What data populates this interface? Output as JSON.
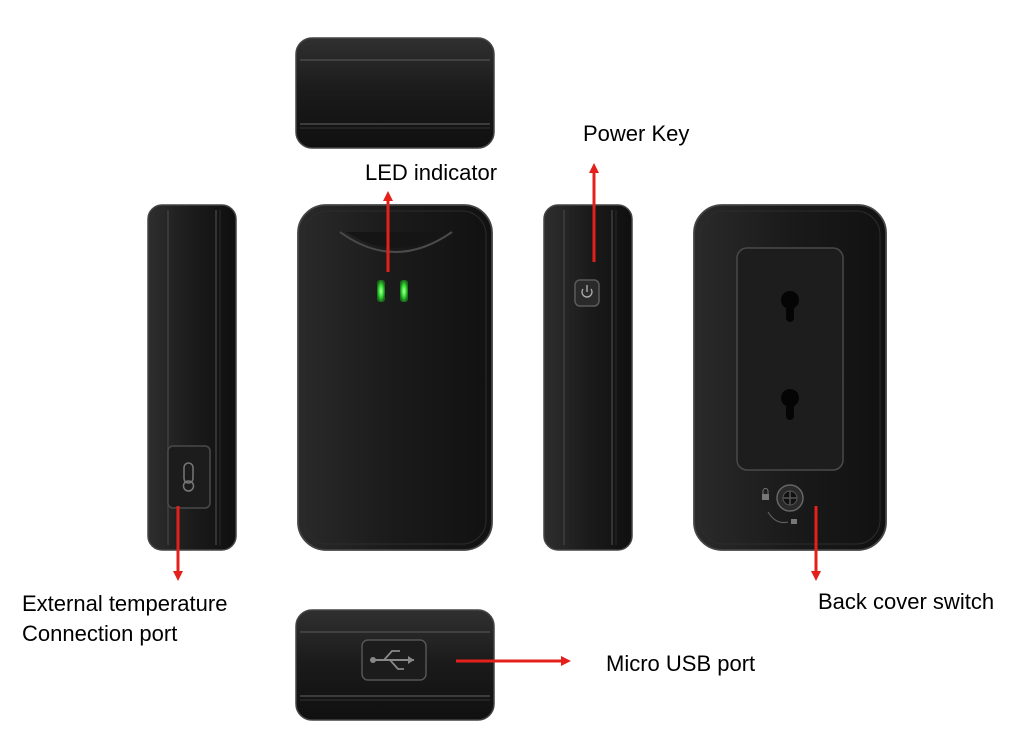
{
  "labels": {
    "led_indicator": "LED indicator",
    "power_key": "Power Key",
    "external_temp_line1": "External temperature",
    "external_temp_line2": "Connection port",
    "back_cover_switch": "Back cover switch",
    "micro_usb_port": "Micro USB port"
  },
  "colors": {
    "device_body": "#1e1e1e",
    "device_edge": "#3a3a3a",
    "arrow": "#e3201b",
    "led": "#39e63a"
  },
  "icons": [
    "power-icon",
    "usb-icon",
    "thermometer-icon",
    "keyhole-icon",
    "lock-icon",
    "unlock-icon"
  ]
}
